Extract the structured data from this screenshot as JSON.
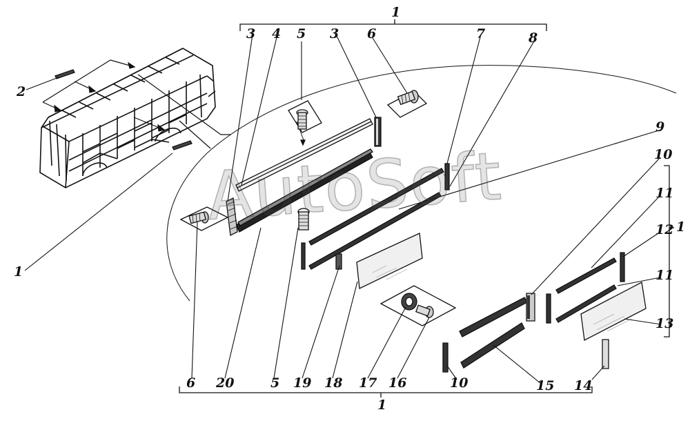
{
  "watermark": "AutoSoft",
  "labels": {
    "top_bracket": "1",
    "bottom_bracket": "1",
    "right_bracket": "1",
    "bus_frame": "1",
    "side_insert": "2",
    "p3a": "3",
    "p3b": "3",
    "p4": "4",
    "p5_top": "5",
    "p5_bottom": "5",
    "p6_top": "6",
    "p6_bottom": "6",
    "p7": "7",
    "p8": "8",
    "p9": "9",
    "p10_top": "10",
    "p10_bottom": "10",
    "p11_top": "11",
    "p11_bottom": "11",
    "p12": "12",
    "p13": "13",
    "p14": "14",
    "p15": "15",
    "p16": "16",
    "p17": "17",
    "p18": "18",
    "p19": "19",
    "p20": "20"
  }
}
